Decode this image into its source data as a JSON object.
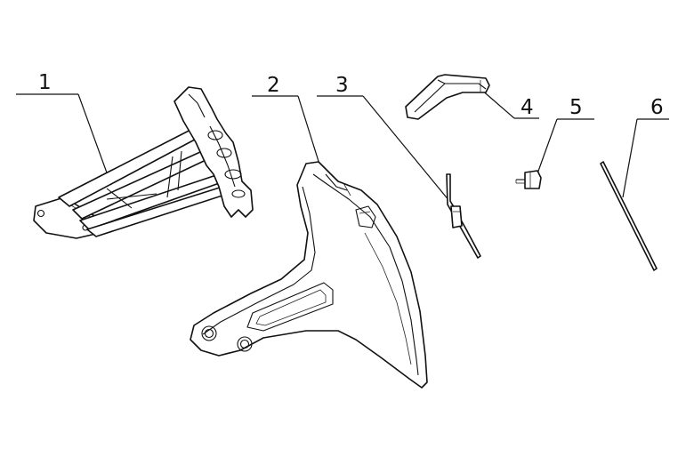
{
  "callouts": [
    {
      "number": "1",
      "part": "bracket-frame"
    },
    {
      "number": "2",
      "part": "rear-fender"
    },
    {
      "number": "3",
      "part": "clip-plate"
    },
    {
      "number": "4",
      "part": "cover-piece"
    },
    {
      "number": "5",
      "part": "screw"
    },
    {
      "number": "6",
      "part": "rod"
    }
  ]
}
